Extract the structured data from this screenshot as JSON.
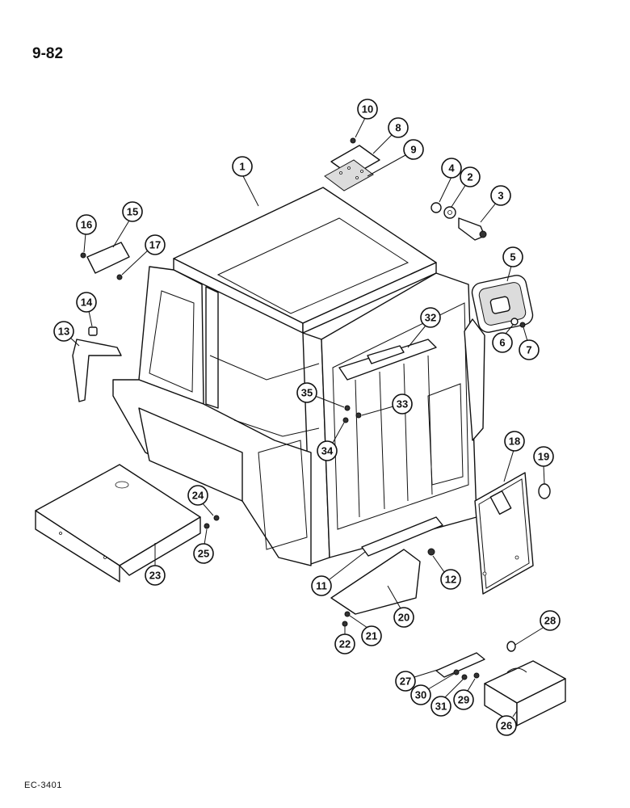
{
  "page_number": "9-82",
  "doc_code": "EC-3401",
  "callouts": [
    {
      "id": "1",
      "label": "1"
    },
    {
      "id": "2",
      "label": "2"
    },
    {
      "id": "3",
      "label": "3"
    },
    {
      "id": "4",
      "label": "4"
    },
    {
      "id": "5",
      "label": "5"
    },
    {
      "id": "6",
      "label": "6"
    },
    {
      "id": "7",
      "label": "7"
    },
    {
      "id": "8",
      "label": "8"
    },
    {
      "id": "9",
      "label": "9"
    },
    {
      "id": "10",
      "label": "10"
    },
    {
      "id": "11",
      "label": "11"
    },
    {
      "id": "12",
      "label": "12"
    },
    {
      "id": "13",
      "label": "13"
    },
    {
      "id": "14",
      "label": "14"
    },
    {
      "id": "15",
      "label": "15"
    },
    {
      "id": "16",
      "label": "16"
    },
    {
      "id": "17",
      "label": "17"
    },
    {
      "id": "18",
      "label": "18"
    },
    {
      "id": "19",
      "label": "19"
    },
    {
      "id": "20",
      "label": "20"
    },
    {
      "id": "21",
      "label": "21"
    },
    {
      "id": "22",
      "label": "22"
    },
    {
      "id": "23",
      "label": "23"
    },
    {
      "id": "24",
      "label": "24"
    },
    {
      "id": "25",
      "label": "25"
    },
    {
      "id": "26",
      "label": "26"
    },
    {
      "id": "27",
      "label": "27"
    },
    {
      "id": "28",
      "label": "28"
    },
    {
      "id": "29",
      "label": "29"
    },
    {
      "id": "30",
      "label": "30"
    },
    {
      "id": "31",
      "label": "31"
    },
    {
      "id": "32",
      "label": "32"
    },
    {
      "id": "33",
      "label": "33"
    },
    {
      "id": "34",
      "label": "34"
    },
    {
      "id": "35",
      "label": "35"
    }
  ]
}
